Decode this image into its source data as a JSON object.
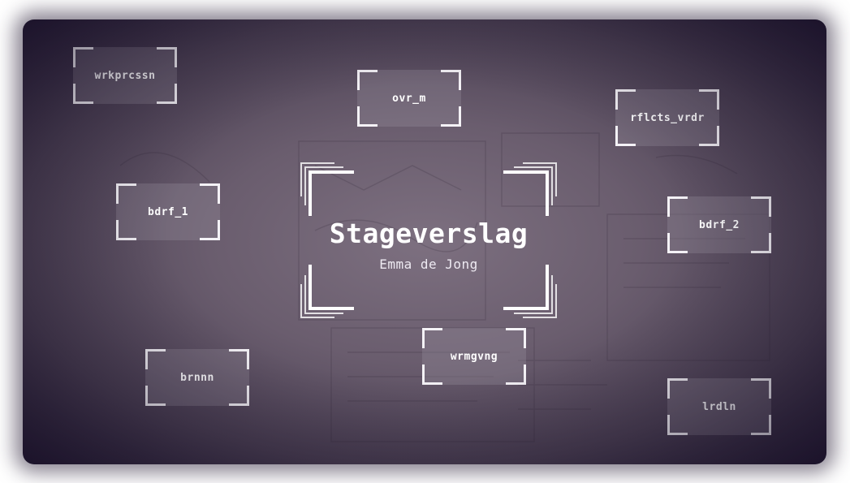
{
  "presentation": {
    "title": "Stageverslag",
    "author": "Emma de Jong"
  },
  "topics": [
    {
      "id": "wrkprcssn",
      "label": "wrkprcssn"
    },
    {
      "id": "ovr_m",
      "label": "ovr_m"
    },
    {
      "id": "rflcts_vrdr",
      "label": "rflcts_vrdr"
    },
    {
      "id": "bdrf_1",
      "label": "bdrf_1"
    },
    {
      "id": "bdrf_2",
      "label": "bdrf_2"
    },
    {
      "id": "wrmgvng",
      "label": "wrmgvng"
    },
    {
      "id": "brnnn",
      "label": "brnnn"
    },
    {
      "id": "lrdln",
      "label": "lrdln"
    }
  ],
  "colors": {
    "frame": "#ffffff",
    "background_center": "#7d7080",
    "background_edge": "#241b33"
  }
}
